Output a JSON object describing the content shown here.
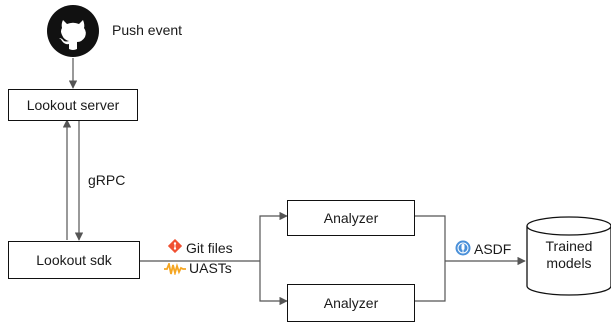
{
  "push_event": {
    "label": "Push event",
    "icon": "github-icon"
  },
  "lookout_server": {
    "label": "Lookout server"
  },
  "grpc": {
    "label": "gRPC"
  },
  "lookout_sdk": {
    "label": "Lookout sdk"
  },
  "git_files": {
    "label": "Git files",
    "icon": "git-icon",
    "color": "#f05133"
  },
  "uasts": {
    "label": "UASTs",
    "icon": "uast-icon",
    "color": "#f5a623"
  },
  "analyzer_top": {
    "label": "Analyzer"
  },
  "analyzer_bottom": {
    "label": "Analyzer"
  },
  "asdf": {
    "label": "ASDF",
    "icon": "asdf-icon",
    "color": "#4a90d9"
  },
  "trained_models": {
    "line1": "Trained",
    "line2": "models"
  }
}
